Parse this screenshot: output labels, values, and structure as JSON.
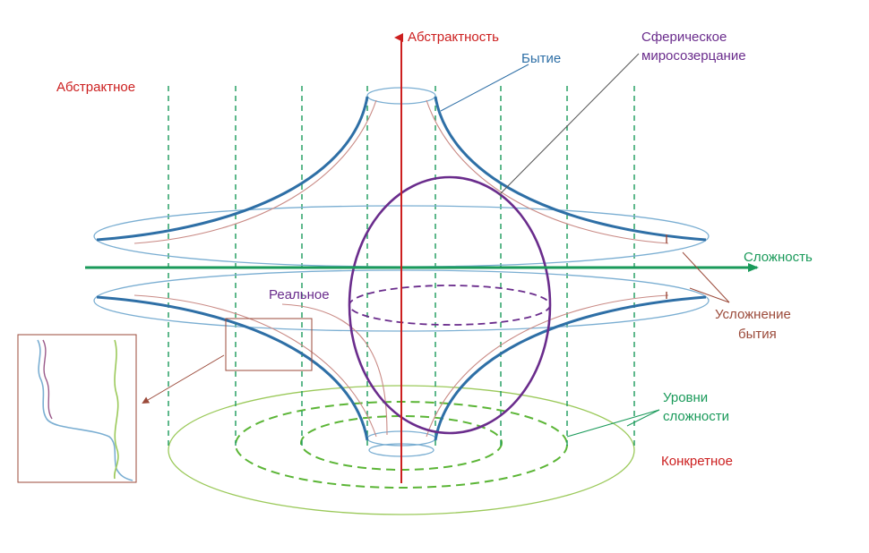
{
  "labels": {
    "y_axis": "Абстрактность",
    "x_axis": "Сложность",
    "being": "Бытие",
    "spherical_1": "Сферическое",
    "spherical_2": "миросозерцание",
    "abstract": "Абстрактное",
    "real": "Реальное",
    "complication_1": "Усложнение",
    "complication_2": "бытия",
    "levels_1": "Уровни",
    "levels_2": "сложности",
    "concrete": "Конкретное"
  },
  "colors": {
    "red": "#cc1f1f",
    "blue": "#2e6fa6",
    "green": "#1a9a5a",
    "purple": "#6a2c8c",
    "brown": "#9b4a3a",
    "lightgreen": "#9bc95a",
    "lightblue": "#7aaed2",
    "thin_red": "#c98a85"
  }
}
